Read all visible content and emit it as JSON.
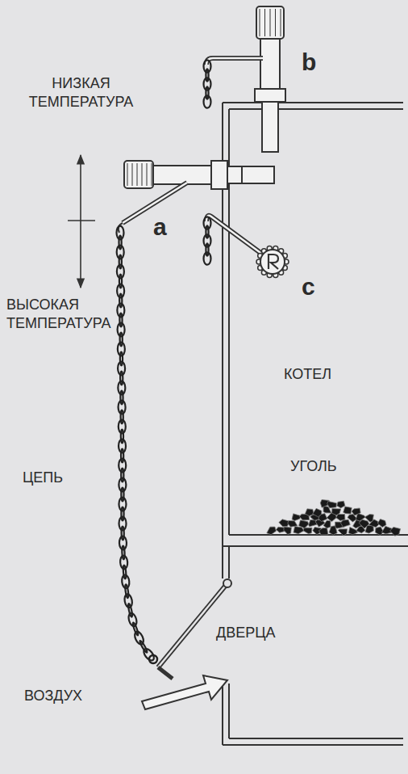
{
  "diagram": {
    "labels": [
      "b",
      "НИЗКАЯ ТЕМПЕРАТУРА",
      "a",
      "c",
      "ВЫСОКАЯ ТЕМПЕРАТУРА",
      "КОТЕЛ",
      "УГОЛЬ",
      "ЦЕПЬ",
      "ДВЕРЦА",
      "ВОЗДУХ"
    ]
  }
}
